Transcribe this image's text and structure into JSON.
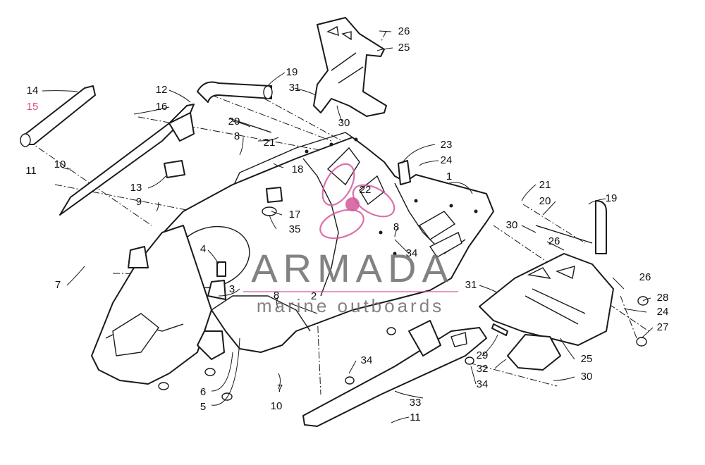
{
  "watermark": {
    "brand": "ARMADA",
    "tagline": "marine outboards",
    "accent_color": "#d4579b"
  },
  "callouts": {
    "c1": "1",
    "c2": "2",
    "c3": "3",
    "c4": "4",
    "c5": "5",
    "c6": "6",
    "c7a": "7",
    "c7b": "7",
    "c8a": "8",
    "c8b": "8",
    "c8c": "8",
    "c9": "9",
    "c10a": "10",
    "c10b": "10",
    "c11a": "11",
    "c11b": "11",
    "c12": "12",
    "c13": "13",
    "c14": "14",
    "c15": "15",
    "c16": "16",
    "c17": "17",
    "c18": "18",
    "c19a": "19",
    "c19b": "19",
    "c20a": "20",
    "c20b": "20",
    "c21a": "21",
    "c21b": "21",
    "c22": "22",
    "c23": "23",
    "c24a": "24",
    "c24b": "24",
    "c25a": "25",
    "c25b": "25",
    "c26a": "26",
    "c26b": "26",
    "c26c": "26",
    "c27": "27",
    "c28": "28",
    "c29": "29",
    "c30a": "30",
    "c30b": "30",
    "c30c": "30",
    "c31a": "31",
    "c31b": "31",
    "c32": "32",
    "c33": "33",
    "c34a": "34",
    "c34b": "34",
    "c34c": "34",
    "c35": "35"
  }
}
